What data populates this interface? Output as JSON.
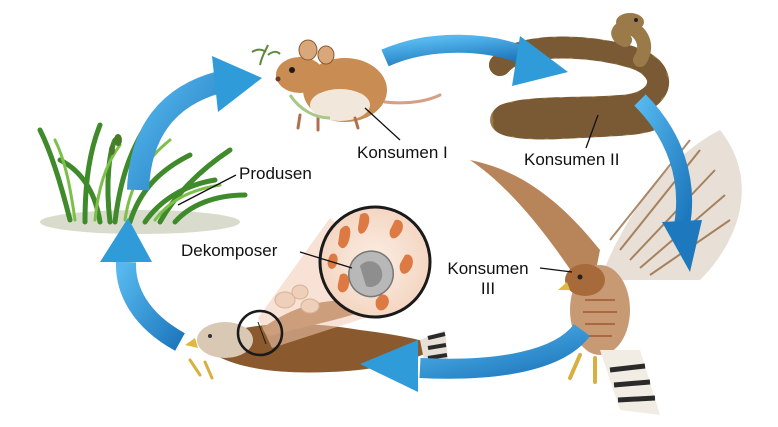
{
  "labels": {
    "produsen": "Produsen",
    "konsumen_1": "Konsumen I",
    "konsumen_2": "Konsumen II",
    "konsumen_3_line1": "Konsumen",
    "konsumen_3_line2": "III",
    "dekomposer": "Dekomposer"
  },
  "colors": {
    "arrow": "#2f9bd8",
    "arrow_dark": "#1d6fa8",
    "grass": "#5fa43a",
    "mouse": "#c98c52",
    "snake": "#9b7a4a",
    "hawk": "#8a5a2e",
    "magnifier_tint": "#f2c9b2"
  },
  "icons": {
    "producer": "grass-icon",
    "consumer_1": "mouse-icon",
    "consumer_2": "snake-icon",
    "consumer_3": "hawk-icon",
    "decomposer": "dead-bird-icon",
    "magnifier": "magnifier-icon"
  }
}
